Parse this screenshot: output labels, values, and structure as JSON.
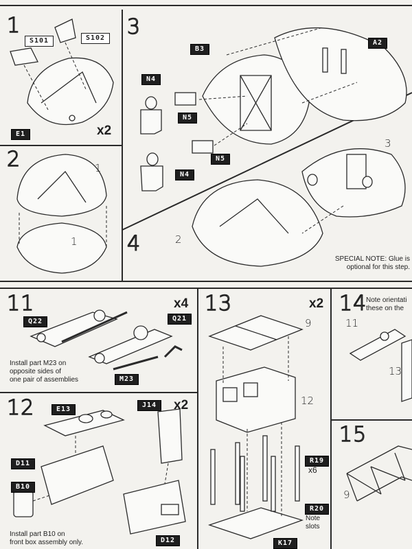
{
  "steps": {
    "s1": {
      "number": "1",
      "tags": [
        "S101",
        "S102",
        "E1"
      ],
      "multiplier": "x2"
    },
    "s2": {
      "number": "2",
      "labels": [
        "1",
        "1"
      ]
    },
    "s3": {
      "number": "3",
      "tags": [
        "B3",
        "A2",
        "N4",
        "N5",
        "N5",
        "N4"
      ],
      "label": "3"
    },
    "s4": {
      "number": "4",
      "label": "2",
      "note_line1": "SPECIAL NOTE: Glue is",
      "note_line2": "optional for this step."
    },
    "s11": {
      "number": "11",
      "tags": [
        "Q22",
        "Q21",
        "M23"
      ],
      "multiplier": "x4",
      "note_line1": "Install part M23 on",
      "note_line2": "opposite sides of",
      "note_line3": "one pair of assemblies"
    },
    "s12": {
      "number": "12",
      "tags": [
        "E13",
        "J14",
        "D11",
        "B10",
        "D12"
      ],
      "multiplier": "x2",
      "note_line1": "Install part B10 on",
      "note_line2": "front box assembly only."
    },
    "s13": {
      "number": "13",
      "multiplier": "x2",
      "labels": [
        "9",
        "12"
      ],
      "tags": [
        "R19",
        "R20",
        "K17"
      ],
      "r19_mult": "x6",
      "note_line1": "Note",
      "note_line2": "slots"
    },
    "s14": {
      "number": "14",
      "note_line1": "Note orientati",
      "note_line2": "these on the",
      "labels": [
        "11",
        "13"
      ]
    },
    "s15": {
      "number": "15",
      "label": "9"
    }
  }
}
